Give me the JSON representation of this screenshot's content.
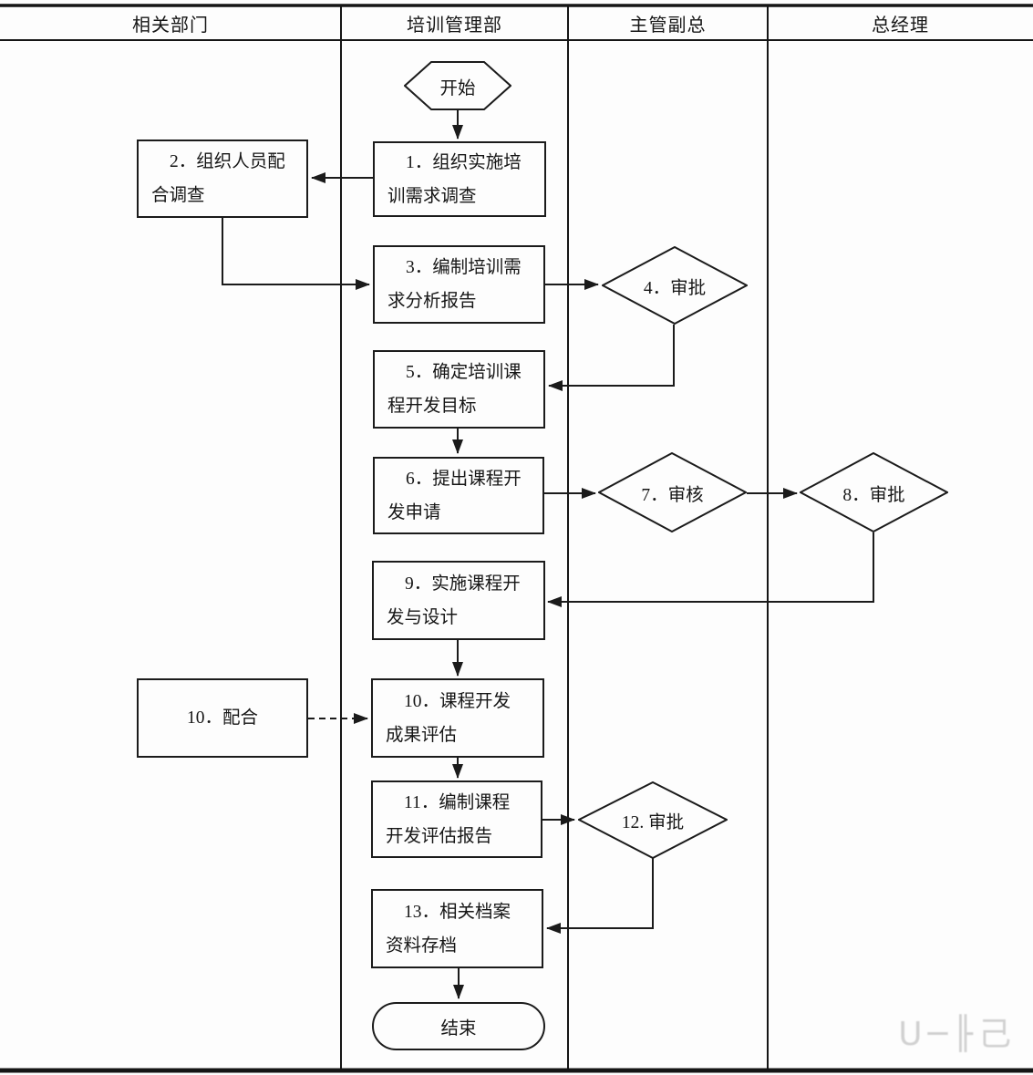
{
  "diagram": {
    "kind": "swimlane-flowchart",
    "colors": {
      "line": "#1b1b1b",
      "text": "#161616",
      "background": "#fdfdfd"
    }
  },
  "lanes": [
    {
      "label": "相关部门"
    },
    {
      "label": "培训管理部"
    },
    {
      "label": "主管副总"
    },
    {
      "label": "总经理"
    }
  ],
  "nodes": {
    "start": {
      "label": "开始"
    },
    "s1": {
      "lines": [
        "1．组织实施培",
        "训需求调查"
      ]
    },
    "s2": {
      "lines": [
        "2．组织人员配",
        "合调查"
      ]
    },
    "s3": {
      "lines": [
        "3．编制培训需",
        "求分析报告"
      ]
    },
    "s4": {
      "label": "4．审批"
    },
    "s5": {
      "lines": [
        "5．确定培训课",
        "程开发目标"
      ]
    },
    "s6": {
      "lines": [
        "6．提出课程开",
        "发申请"
      ]
    },
    "s7": {
      "label": "7．审核"
    },
    "s8": {
      "label": "8．审批"
    },
    "s9": {
      "lines": [
        "9．实施课程开",
        "发与设计"
      ]
    },
    "s10a": {
      "label": "10．配合"
    },
    "s10": {
      "lines": [
        "10．课程开发",
        "成果评估"
      ]
    },
    "s11": {
      "lines": [
        "11．编制课程",
        "开发评估报告"
      ]
    },
    "s12": {
      "label": "12. 审批"
    },
    "s13": {
      "lines": [
        "13．相关档案",
        "资料存档"
      ]
    },
    "end": {
      "label": "结束"
    }
  },
  "watermark": {
    "text": "U─╟己"
  }
}
